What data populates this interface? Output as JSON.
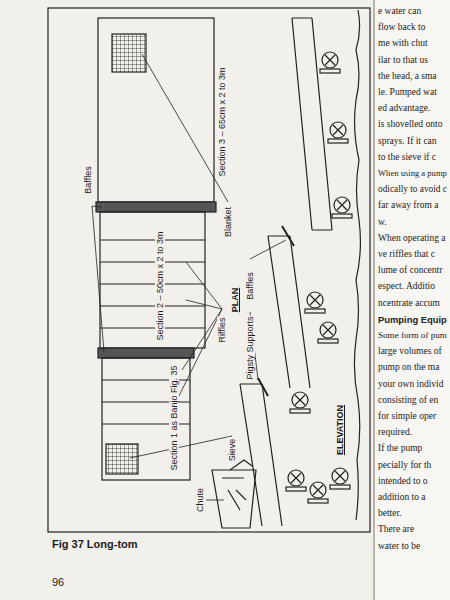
{
  "diagram": {
    "caption": "Fig 37  Long-tom",
    "labels": [
      "Section 3 – 65cm x 2 to 3m",
      "Blanket",
      "Baffles",
      "Section 2 – 50cm x 2 to 3m",
      "Riffles",
      "Section 1 as Banjo Fig. 35",
      "PLAN",
      "Baffles",
      "Pigsty Supports",
      "ELEVATION",
      "Sieve",
      "Chute",
      "96",
      "e water can",
      "flow back to",
      "me with chut",
      "ilar to that us",
      "the head, a sma",
      "le. Pumped wat",
      "ed advantage.",
      "is shovelled onto",
      "sprays. If it can",
      "to the sieve if c",
      "When using a pump",
      "odically to avoid c",
      "far away from a",
      "w.",
      "When operating a",
      "ve riffles that c",
      "lume of concentr",
      "espect. Additio",
      "ncentrate accum",
      "Pumping Equip",
      "Some form of pum",
      "large volumes of",
      "pump on the ma",
      "your own individ",
      "consisting of en",
      "for simple oper",
      "required.",
      "If the pump",
      "pecially for th",
      "intended to o",
      "addition to a",
      "better.",
      "There are",
      "water to be"
    ]
  }
}
